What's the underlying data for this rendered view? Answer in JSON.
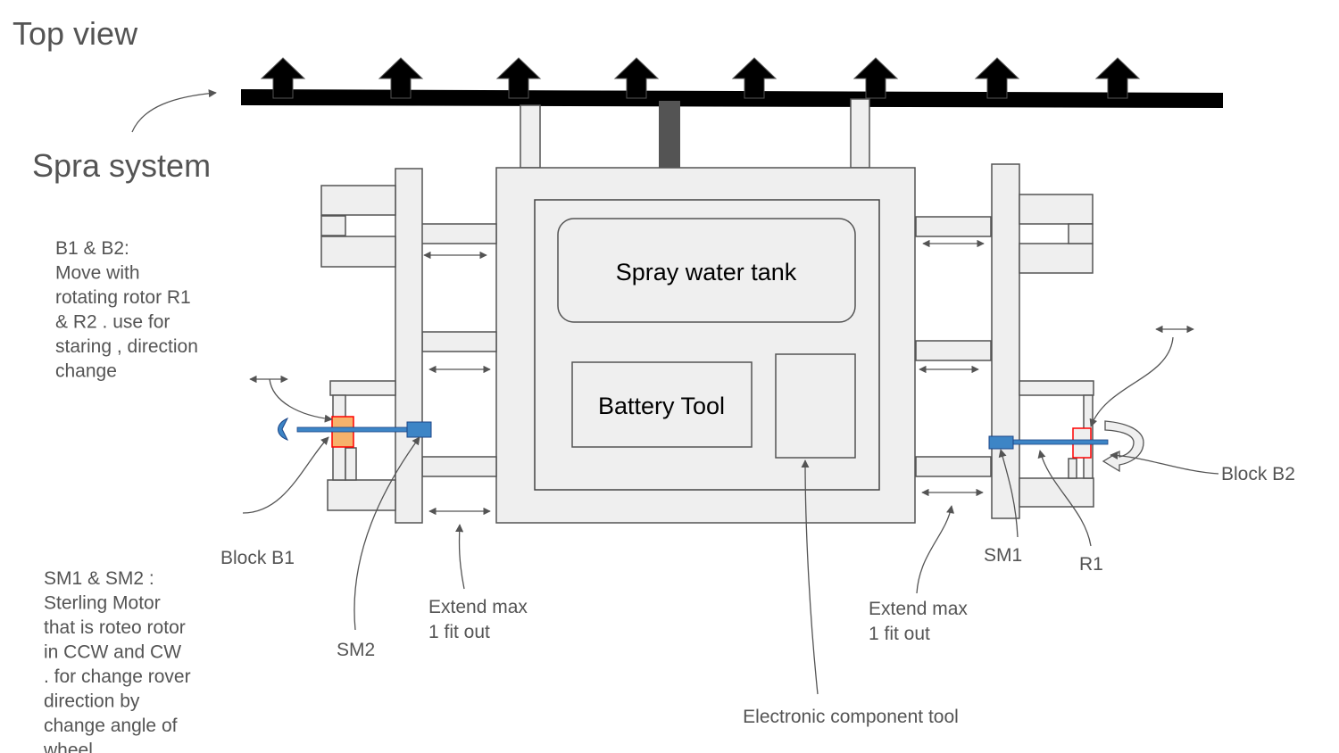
{
  "title": "Top view",
  "spray_system_label": "Spra system",
  "tank_label": "Spray water tank",
  "battery_label": "Battery Tool",
  "electronic_label": "Electronic component tool",
  "note_b": [
    "B1 & B2:",
    "Move with",
    "rotating rotor R1",
    "& R2 . use for",
    "staring , direction",
    "change"
  ],
  "note_sm": [
    "SM1 & SM2 :",
    "Sterling Motor",
    "that is roteo rotor",
    "in CCW and CW",
    ". for change rover",
    "direction by",
    "change angle of",
    "wheel"
  ],
  "block_b1_label": "Block B1",
  "block_b2_label": "Block B2",
  "sm1_label": "SM1",
  "sm2_label": "SM2",
  "r1_label": "R1",
  "extend_left": [
    "Extend max",
    "1 fit out"
  ],
  "extend_right": [
    "Extend max",
    "1 fit out"
  ],
  "colors": {
    "outline": "#545454",
    "fill": "#efefef",
    "motor_blue": "#3d85c6",
    "block_orange": "#f6b26b",
    "block_red": "#ff0000",
    "nozzle": "#000000",
    "text": "#545454"
  }
}
